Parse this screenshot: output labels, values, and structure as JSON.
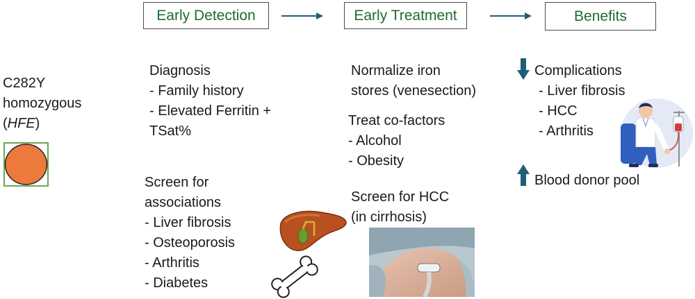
{
  "colors": {
    "header_text": "#1e6b2d",
    "arrow": "#1f5e77",
    "gene_fill": "#ec7a3c",
    "gene_border": "#6aa84f"
  },
  "headers": {
    "detection": "Early Detection",
    "treatment": "Early Treatment",
    "benefits": "Benefits"
  },
  "gene": {
    "line1": "C282Y",
    "line2": "homozygous",
    "paren_open": "(",
    "gene_name": "HFE",
    "paren_close": ")"
  },
  "diagnosis": {
    "title": "Diagnosis",
    "items": [
      "- Family history",
      "- Elevated Ferritin +",
      "TSat%"
    ]
  },
  "screen_assoc": {
    "lines": [
      "Screen for",
      "associations",
      "- Liver fibrosis",
      "- Osteoporosis",
      "- Arthritis",
      "- Diabetes"
    ]
  },
  "normalize": {
    "lines": [
      "Normalize iron",
      "stores (venesection)"
    ]
  },
  "cofactors": {
    "lines": [
      "Treat co-factors",
      "- Alcohol",
      "- Obesity"
    ]
  },
  "screen_hcc": {
    "lines": [
      "Screen for HCC",
      "(in cirrhosis)"
    ]
  },
  "complications": {
    "title": "Complications",
    "items": [
      "- Liver fibrosis",
      "- HCC",
      "- Arthritis"
    ]
  },
  "donor": {
    "label": "Blood donor pool"
  },
  "icons": [
    "right-arrow-icon",
    "down-arrow-icon",
    "up-arrow-icon",
    "liver-icon",
    "bone-icon",
    "ultrasound-photo",
    "blood-donor-icon"
  ]
}
